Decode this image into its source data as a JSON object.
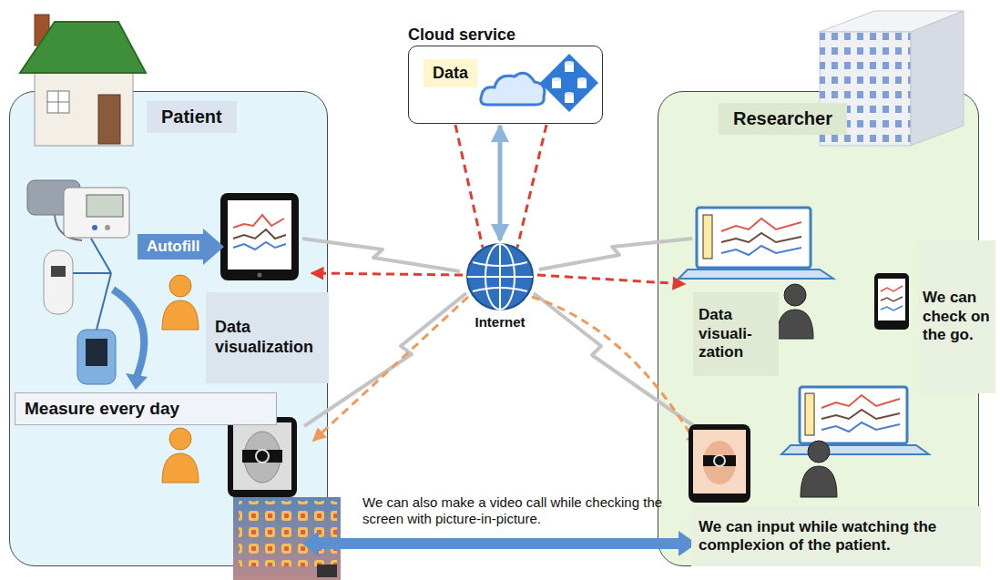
{
  "diagram": {
    "nodes": [
      {
        "text": [
          "Patient"
        ]
      },
      {
        "text": [
          "Autofill"
        ],
        "in": 0
      },
      {
        "text": [
          "Data visualization"
        ],
        "in": 0
      },
      {
        "text": [
          "Measure every day"
        ],
        "in": 0
      },
      {
        "text": [
          "Cloud service",
          "Data"
        ]
      },
      {
        "text": [
          "Internet"
        ]
      },
      {
        "text": [
          "Researcher"
        ]
      },
      {
        "text": [
          "Data visuali- zation"
        ],
        "in": 6
      },
      {
        "text": [
          "We can check on the go."
        ],
        "in": 6
      },
      {
        "text": [
          "We can input while watching the complexion of the patient."
        ],
        "in": 6
      }
    ],
    "edges": [
      {
        "from": 4,
        "to": 5,
        "arrow": "both"
      }
    ],
    "labels": [
      "We can also make a video call while checking the screen with picture-in-picture."
    ]
  }
}
